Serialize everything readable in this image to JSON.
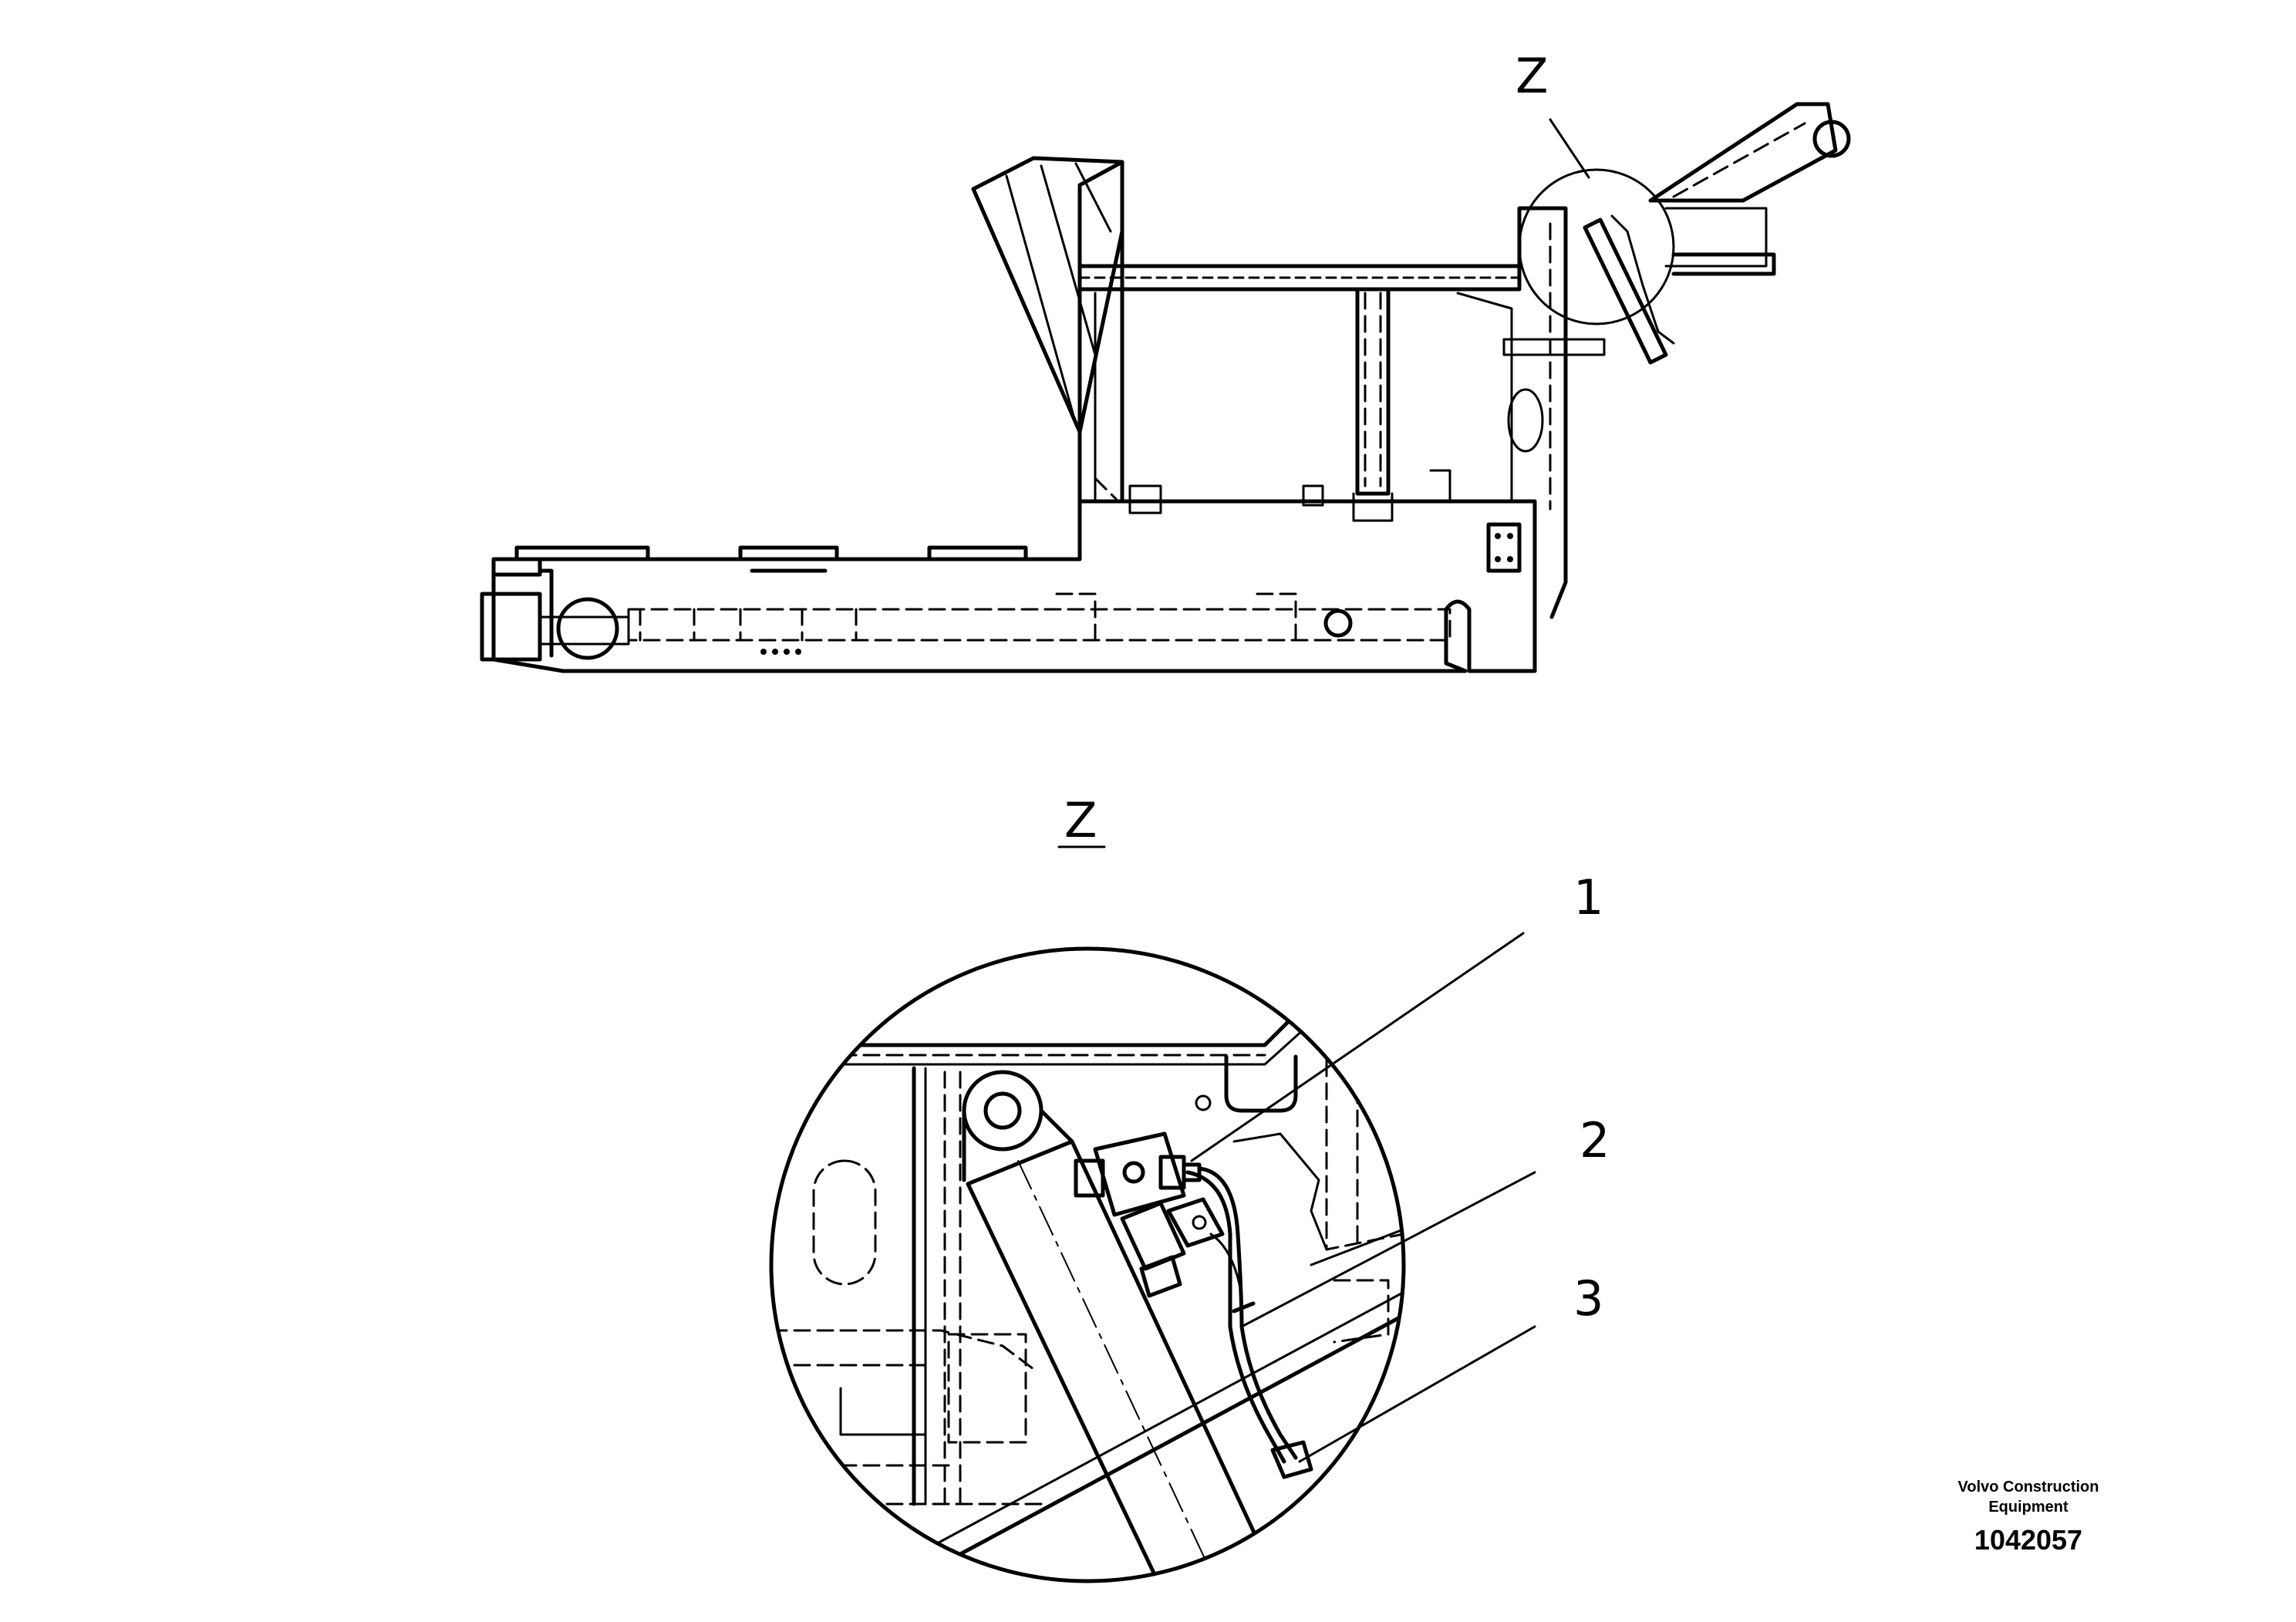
{
  "overview": {
    "detail_marker": "Z"
  },
  "detail": {
    "title": "Z",
    "callouts": [
      "1",
      "2",
      "3"
    ]
  },
  "credit": {
    "company_line1": "Volvo Construction",
    "company_line2": "Equipment",
    "document_number": "1042057"
  }
}
